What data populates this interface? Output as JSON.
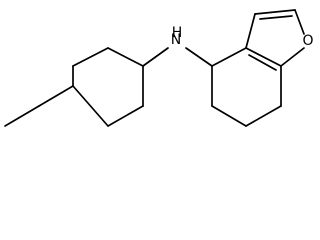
{
  "atom_labels": {
    "amine": "N",
    "amine_h": "H",
    "ring_oxygen": "O"
  },
  "colors": {
    "bond": "#000000",
    "background": "#ffffff"
  }
}
